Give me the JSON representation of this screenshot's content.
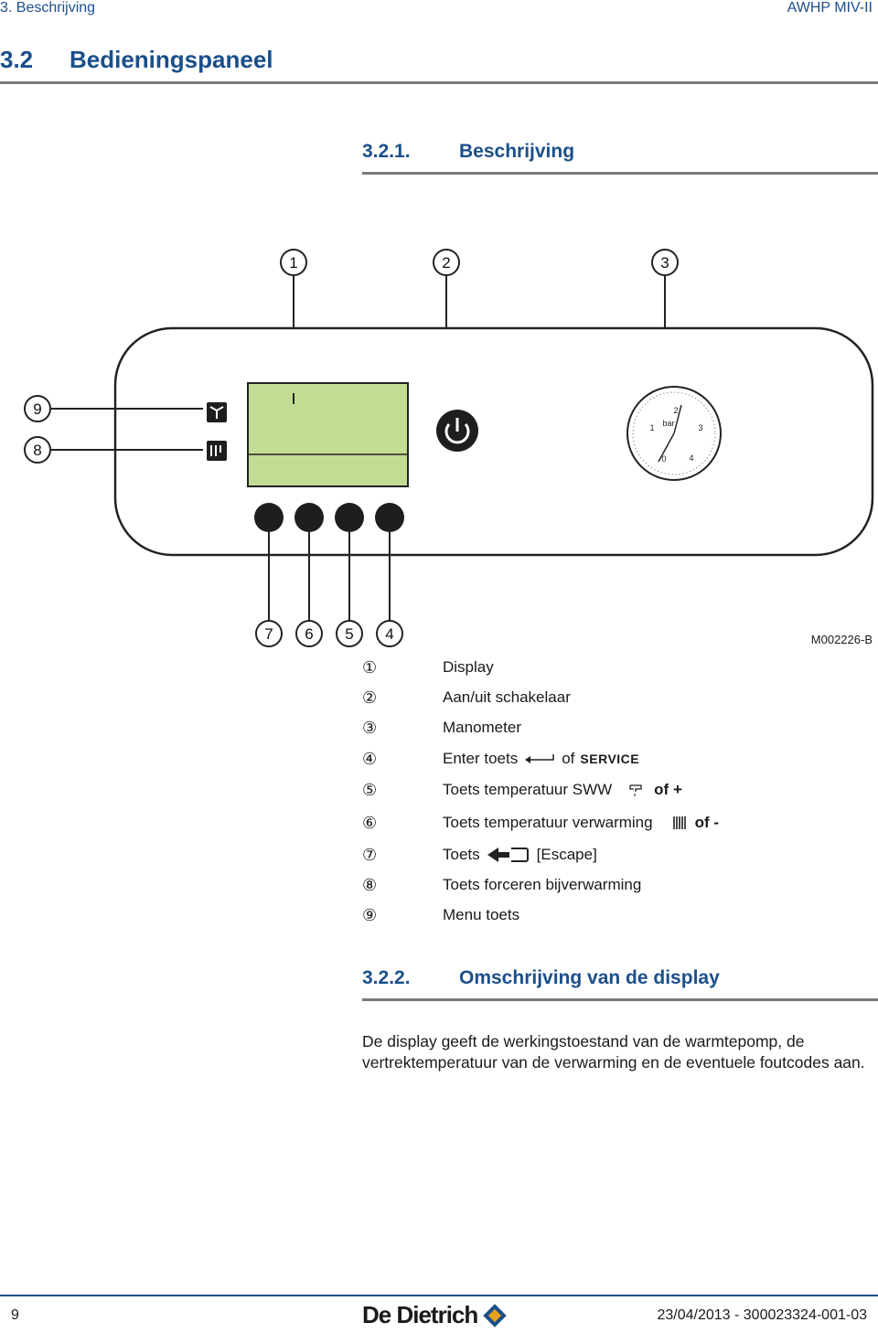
{
  "header": {
    "section": "3.  Beschrijving",
    "product": "AWHP MIV-II"
  },
  "section": {
    "number": "3.2",
    "title": "Bedieningspaneel"
  },
  "subsection1": {
    "number": "3.2.1.",
    "title": "Beschrijving"
  },
  "figure": {
    "code": "M002226-B",
    "callouts": {
      "c1": "1",
      "c2": "2",
      "c3": "3",
      "c4": "4",
      "c5": "5",
      "c6": "6",
      "c7": "7",
      "c8": "8",
      "c9": "9"
    },
    "gauge": {
      "unit": "bar",
      "t0": "0",
      "t1": "1",
      "t2": "2",
      "t3": "3",
      "t4": "4"
    }
  },
  "legend": [
    {
      "num": "①",
      "text": "Display"
    },
    {
      "num": "②",
      "text": "Aan/uit schakelaar"
    },
    {
      "num": "③",
      "text": "Manometer"
    },
    {
      "num": "④",
      "text": "Enter toets",
      "suffix": "of",
      "extra": "SERVICE"
    },
    {
      "num": "⑤",
      "text": "Toets temperatuur SWW",
      "suffix": "of +"
    },
    {
      "num": "⑥",
      "text": "Toets temperatuur verwarming",
      "suffix": "of -"
    },
    {
      "num": "⑦",
      "text": "Toets",
      "suffix": "[Escape]"
    },
    {
      "num": "⑧",
      "text": "Toets forceren bijverwarming"
    },
    {
      "num": "⑨",
      "text": "Menu toets"
    }
  ],
  "subsection2": {
    "number": "3.2.2.",
    "title": "Omschrijving van de display"
  },
  "paragraph": "De display geeft de werkingstoestand van de warmtepomp, de vertrektemperatuur van de verwarming en de eventuele foutcodes aan.",
  "footer": {
    "page": "9",
    "brand": "De Dietrich",
    "doc": "23/04/2013 - 300023324-001-03"
  },
  "colors": {
    "accent": "#1b4f8a",
    "display_green": "#c3dc94"
  }
}
